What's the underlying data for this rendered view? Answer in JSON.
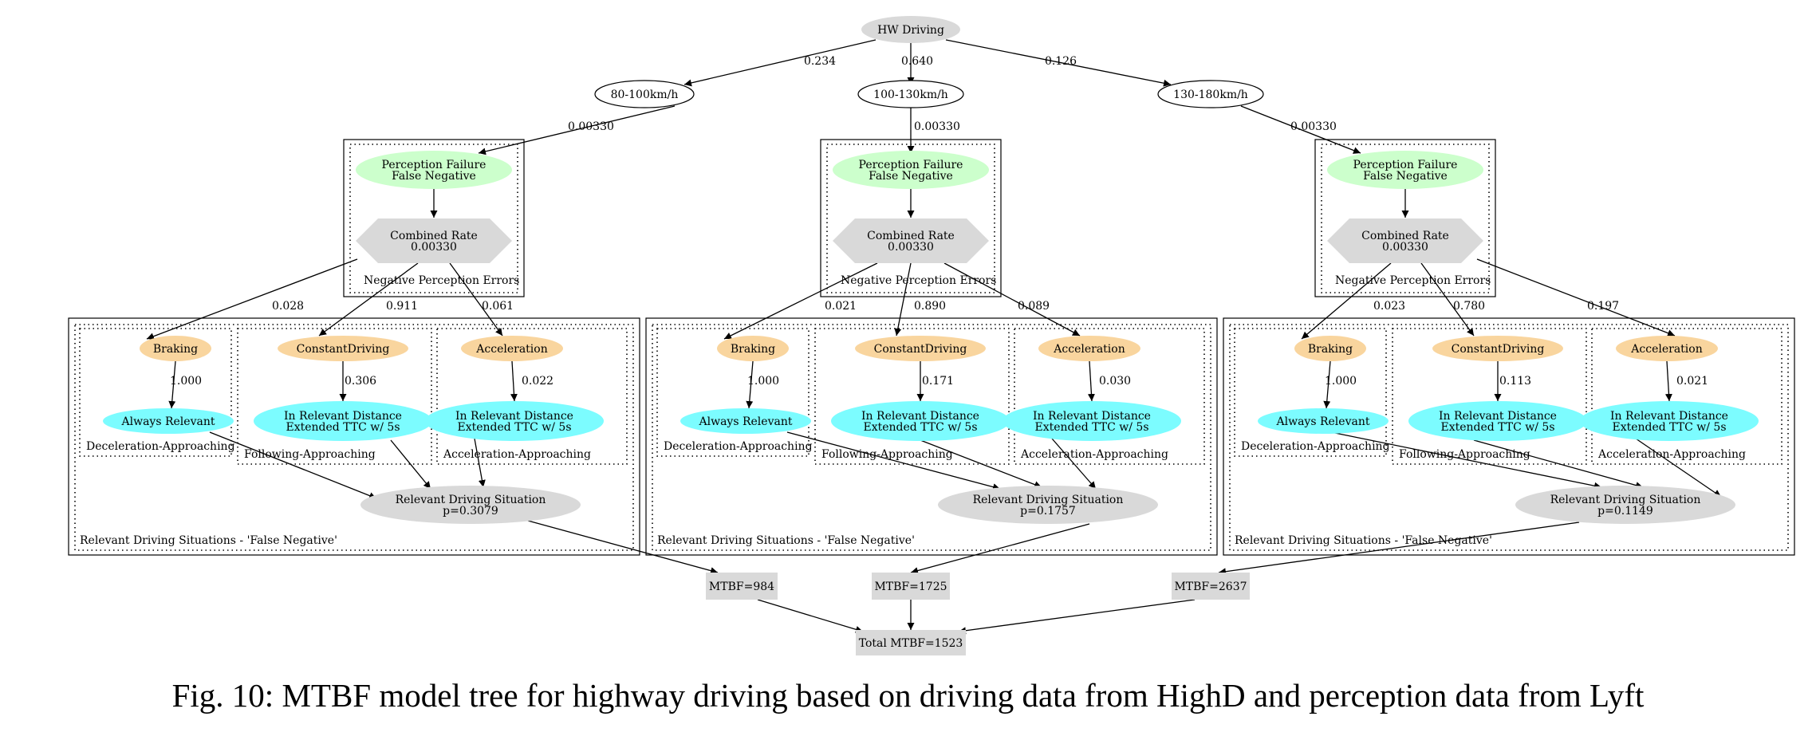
{
  "diagram": {
    "root": "HW Driving",
    "total": "Total MTBF=1523",
    "branches": [
      {
        "speed": "80-100km/h",
        "speed_prob": "0.234",
        "to_perception": "0.00330",
        "perception_failure": [
          "Perception Failure",
          "False Negative"
        ],
        "combined_rate": [
          "Combined Rate",
          "0.00330"
        ],
        "perception_cluster": "Negative Perception Errors",
        "maneuvers": [
          {
            "label": "Braking",
            "prob": "0.028",
            "relevance_prob": "1.000",
            "relevance": [
              "Always Relevant"
            ],
            "cluster": "Deceleration-Approaching"
          },
          {
            "label": "ConstantDriving",
            "prob": "0.911",
            "relevance_prob": "0.306",
            "relevance": [
              "In Relevant Distance",
              "Extended TTC w/ 5s"
            ],
            "cluster": "Following-Approaching"
          },
          {
            "label": "Acceleration",
            "prob": "0.061",
            "relevance_prob": "0.022",
            "relevance": [
              "In Relevant Distance",
              "Extended TTC w/ 5s"
            ],
            "cluster": "Acceleration-Approaching"
          }
        ],
        "situation": [
          "Relevant Driving Situation",
          "p=0.3079"
        ],
        "situation_cluster": "Relevant Driving Situations - 'False Negative'",
        "mtbf": "MTBF=984"
      },
      {
        "speed": "100-130km/h",
        "speed_prob": "0.640",
        "to_perception": "0.00330",
        "perception_failure": [
          "Perception Failure",
          "False Negative"
        ],
        "combined_rate": [
          "Combined Rate",
          "0.00330"
        ],
        "perception_cluster": "Negative Perception Errors",
        "maneuvers": [
          {
            "label": "Braking",
            "prob": "0.021",
            "relevance_prob": "1.000",
            "relevance": [
              "Always Relevant"
            ],
            "cluster": "Deceleration-Approaching"
          },
          {
            "label": "ConstantDriving",
            "prob": "0.890",
            "relevance_prob": "0.171",
            "relevance": [
              "In Relevant Distance",
              "Extended TTC w/ 5s"
            ],
            "cluster": "Following-Approaching"
          },
          {
            "label": "Acceleration",
            "prob": "0.089",
            "relevance_prob": "0.030",
            "relevance": [
              "In Relevant Distance",
              "Extended TTC w/ 5s"
            ],
            "cluster": "Acceleration-Approaching"
          }
        ],
        "situation": [
          "Relevant Driving Situation",
          "p=0.1757"
        ],
        "situation_cluster": "Relevant Driving Situations - 'False Negative'",
        "mtbf": "MTBF=1725"
      },
      {
        "speed": "130-180km/h",
        "speed_prob": "0.126",
        "to_perception": "0.00330",
        "perception_failure": [
          "Perception Failure",
          "False Negative"
        ],
        "combined_rate": [
          "Combined Rate",
          "0.00330"
        ],
        "perception_cluster": "Negative Perception Errors",
        "maneuvers": [
          {
            "label": "Braking",
            "prob": "0.023",
            "relevance_prob": "1.000",
            "relevance": [
              "Always Relevant"
            ],
            "cluster": "Deceleration-Approaching"
          },
          {
            "label": "ConstantDriving",
            "prob": "0.780",
            "relevance_prob": "0.113",
            "relevance": [
              "In Relevant Distance",
              "Extended TTC w/ 5s"
            ],
            "cluster": "Following-Approaching"
          },
          {
            "label": "Acceleration",
            "prob": "0.197",
            "relevance_prob": "0.021",
            "relevance": [
              "In Relevant Distance",
              "Extended TTC w/ 5s"
            ],
            "cluster": "Acceleration-Approaching"
          }
        ],
        "situation": [
          "Relevant Driving Situation",
          "p=0.1149"
        ],
        "situation_cluster": "Relevant Driving Situations - 'False Negative'",
        "mtbf": "MTBF=2637"
      }
    ],
    "colors": {
      "root_fill": "#d9d9d9",
      "perception_fill": "#ccffcc",
      "combined_fill": "#d9d9d9",
      "maneuver_fill": "#f9d59e",
      "relevance_fill": "#7cfcff",
      "situation_fill": "#d9d9d9",
      "mtbf_fill": "#d9d9d9"
    }
  },
  "caption": "Fig. 10: MTBF model tree for highway driving based on driving data from HighD and perception data from Lyft"
}
